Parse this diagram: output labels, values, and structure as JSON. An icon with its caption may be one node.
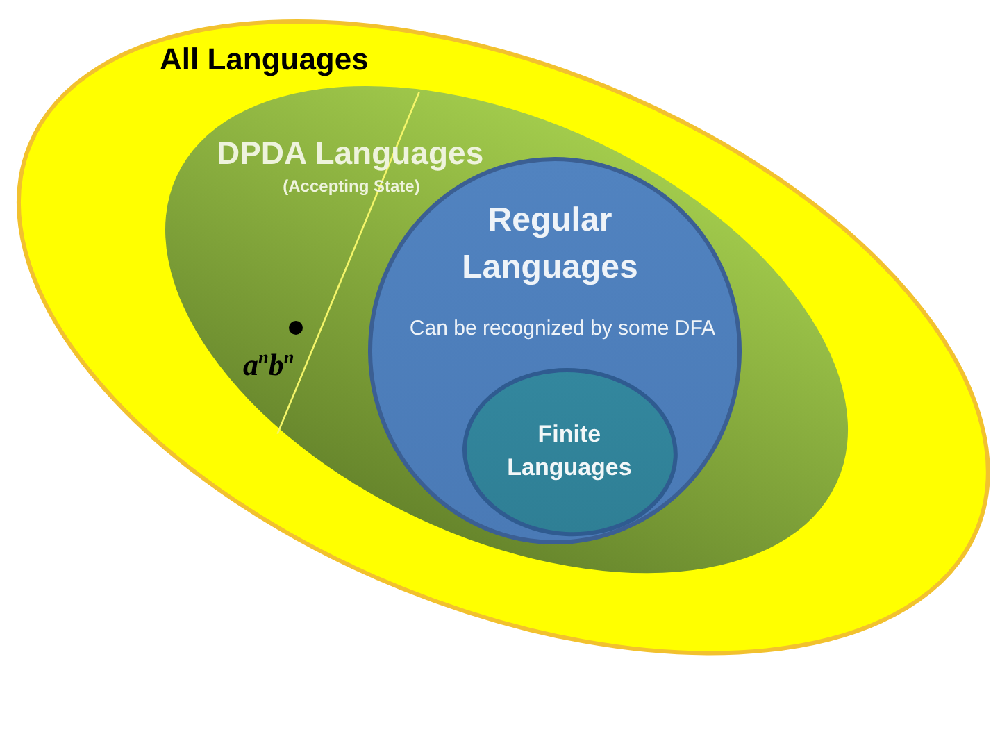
{
  "diagram": {
    "nodes": [
      {
        "text": [
          "All Languages"
        ]
      },
      {
        "text": [
          "DPDA Languages",
          "(Accepting State)"
        ],
        "in": 0
      },
      {
        "text": [
          "Regular Languages",
          "Can be recognized by some DFA"
        ],
        "in": 1
      },
      {
        "text": [
          "Finite Languages"
        ],
        "in": 2
      }
    ],
    "labels": [
      "a$^{n}$b$^{n}$"
    ]
  }
}
